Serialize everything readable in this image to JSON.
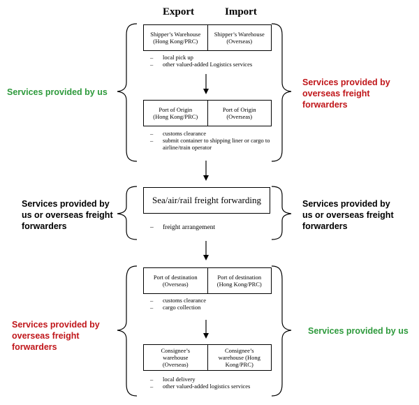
{
  "header": {
    "export": "Export",
    "import": "Import"
  },
  "colors": {
    "green": "#2e9a3c",
    "red": "#c0161a",
    "black": "#000000"
  },
  "stage1": {
    "box1": {
      "left": "Shipper’s Warehouse\n(Hong Kong/PRC)",
      "right": "Shipper’s Warehouse\n(Overseas)"
    },
    "bullets1": [
      "local pick up",
      "other valued-added Logistics services"
    ],
    "box2": {
      "left": "Port of Origin\n(Hong Kong/PRC)",
      "right": "Port of Origin\n(Overseas)"
    },
    "bullets2": [
      "customs clearance",
      "submit container to shipping liner or cargo to airline/train operator"
    ],
    "left_label": "Services provided by us",
    "right_label": "Services provided by overseas freight forwarders"
  },
  "stage2": {
    "box": "Sea/air/rail freight forwarding",
    "bullets": [
      "freight arrangement"
    ],
    "left_label": "Services provided by us or overseas freight forwarders",
    "right_label": "Services provided by us or overseas freight forwarders"
  },
  "stage3": {
    "box1": {
      "left": "Port of destination\n(Overseas)",
      "right": "Port of destination\n(Hong Kong/PRC)"
    },
    "bullets1": [
      "customs clearance",
      "cargo collection"
    ],
    "box2": {
      "left": "Consignee’s\nwarehouse\n(Overseas)",
      "right": "Consignee’s\nwarehouse (Hong\nKong/PRC)"
    },
    "bullets2": [
      "local delivery",
      "other valued-added logistics services"
    ],
    "left_label": "Services provided by overseas freight forwarders",
    "right_label": "Services provided by us"
  }
}
